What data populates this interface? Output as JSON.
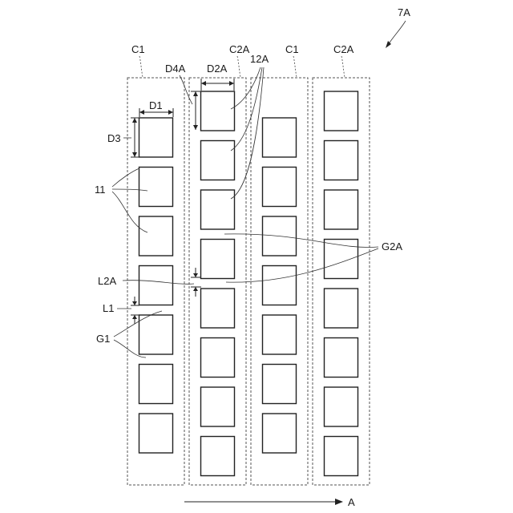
{
  "figure_ref": "7A",
  "direction_label": "A",
  "columns": [
    {
      "label": "C1",
      "offset": "low"
    },
    {
      "label": "C2A",
      "offset": "high"
    },
    {
      "label": "C1",
      "offset": "low"
    },
    {
      "label": "C2A",
      "offset": "high"
    }
  ],
  "cells_per_column": 7,
  "labels": {
    "d1": "D1",
    "d2a": "D2A",
    "d3": "D3",
    "d4a": "D4A",
    "cells_c1": "11",
    "cells_c2a": "12A",
    "gap_g1": "G1",
    "gap_g2a": "G2A",
    "l1": "L1",
    "l2a": "L2A"
  }
}
